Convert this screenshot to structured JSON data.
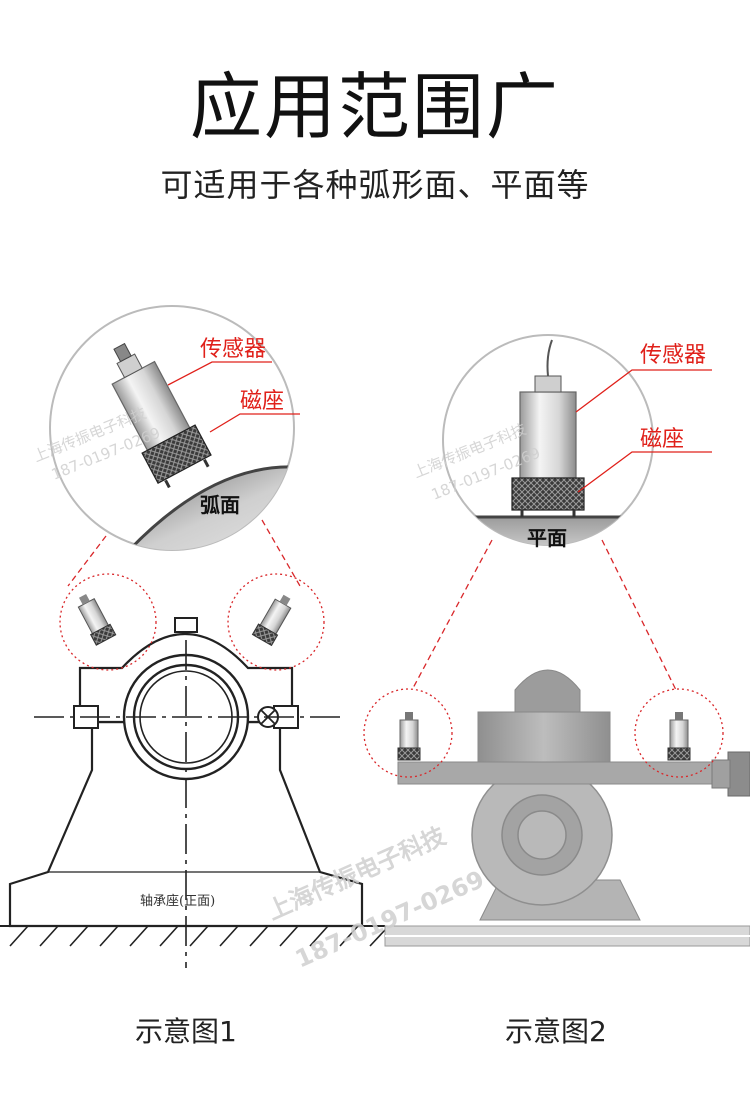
{
  "header": {
    "title": "应用范围广",
    "subtitle": "可适用于各种弧形面、平面等"
  },
  "diagram1": {
    "label_sensor": "传感器",
    "label_magnet": "磁座",
    "surface_label": "弧面",
    "machine_label": "轴承座(正面)",
    "caption": "示意图1"
  },
  "diagram2": {
    "label_sensor": "传感器",
    "label_magnet": "磁座",
    "surface_label": "平面",
    "caption": "示意图2"
  },
  "watermark": {
    "company": "上海传振电子科技",
    "phone": "187-0197-0269"
  },
  "colors": {
    "callout_red": "#e0201a",
    "dotted_red": "#d9282b",
    "machine_gray": "#a7a7a7",
    "watermark_gray": "#cfcfcf"
  }
}
